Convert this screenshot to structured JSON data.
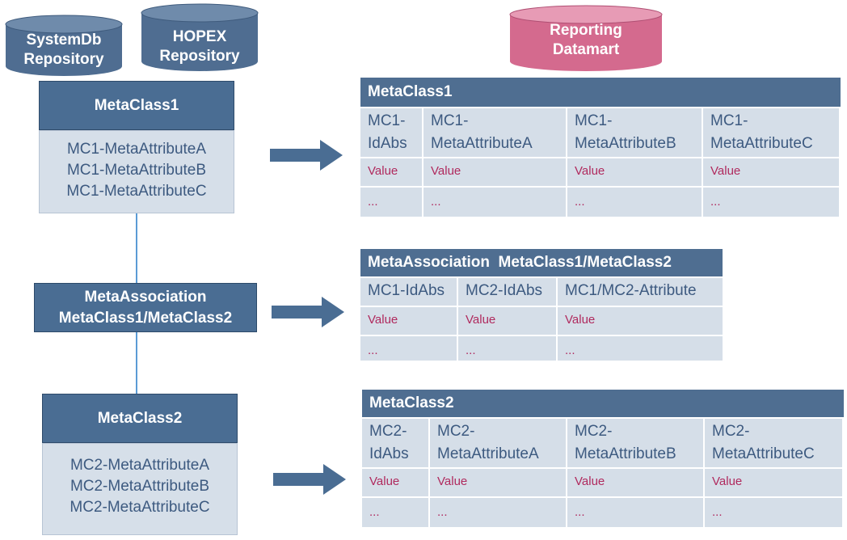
{
  "cylinders": {
    "systemdb": "SystemDb\nRepository",
    "hopex": "HOPEX\nRepository",
    "datamart": "Reporting\nDatamart"
  },
  "colors": {
    "repository_cylinder": "#4f6d91",
    "datamart_cylinder": "#d46a8e",
    "header": "#4f6e91",
    "cell": "#d5dee8",
    "attribute_text": "#3d5a80",
    "value_text": "#b02a5e",
    "connector": "#5b9bd5",
    "arrow": "#4a6d93"
  },
  "left": {
    "mc1": {
      "title": "MetaClass1",
      "attrs": [
        "MC1-MetaAttributeA",
        "MC1-MetaAttributeB",
        "MC1-MetaAttributeC"
      ]
    },
    "assoc": {
      "title_line1": "MetaAssociation",
      "title_line2": "MetaClass1/MetaClass2"
    },
    "mc2": {
      "title": "MetaClass2",
      "attrs": [
        "MC2-MetaAttributeA",
        "MC2-MetaAttributeB",
        "MC2-MetaAttributeC"
      ]
    }
  },
  "tables": {
    "mc1": {
      "title": "MetaClass1",
      "headers": [
        "MC1-\nIdAbs",
        "MC1-\nMetaAttributeA",
        "MC1-\nMetaAttributeB",
        "MC1-\nMetaAttributeC"
      ],
      "rows": [
        [
          "Value",
          "Value",
          "Value",
          "Value"
        ],
        [
          "...",
          "...",
          "...",
          "..."
        ]
      ]
    },
    "assoc": {
      "title": "MetaAssociation  MetaClass1/MetaClass2",
      "headers": [
        "MC1-IdAbs",
        "MC2-IdAbs",
        "MC1/MC2-Attribute"
      ],
      "rows": [
        [
          "Value",
          "Value",
          "Value"
        ],
        [
          "...",
          "...",
          "..."
        ]
      ]
    },
    "mc2": {
      "title": "MetaClass2",
      "headers": [
        "MC2-\nIdAbs",
        "MC2-\nMetaAttributeA",
        "MC2-\nMetaAttributeB",
        "MC2-\nMetaAttributeC"
      ],
      "rows": [
        [
          "Value",
          "Value",
          "Value",
          "Value"
        ],
        [
          "...",
          "...",
          "...",
          "..."
        ]
      ]
    }
  }
}
